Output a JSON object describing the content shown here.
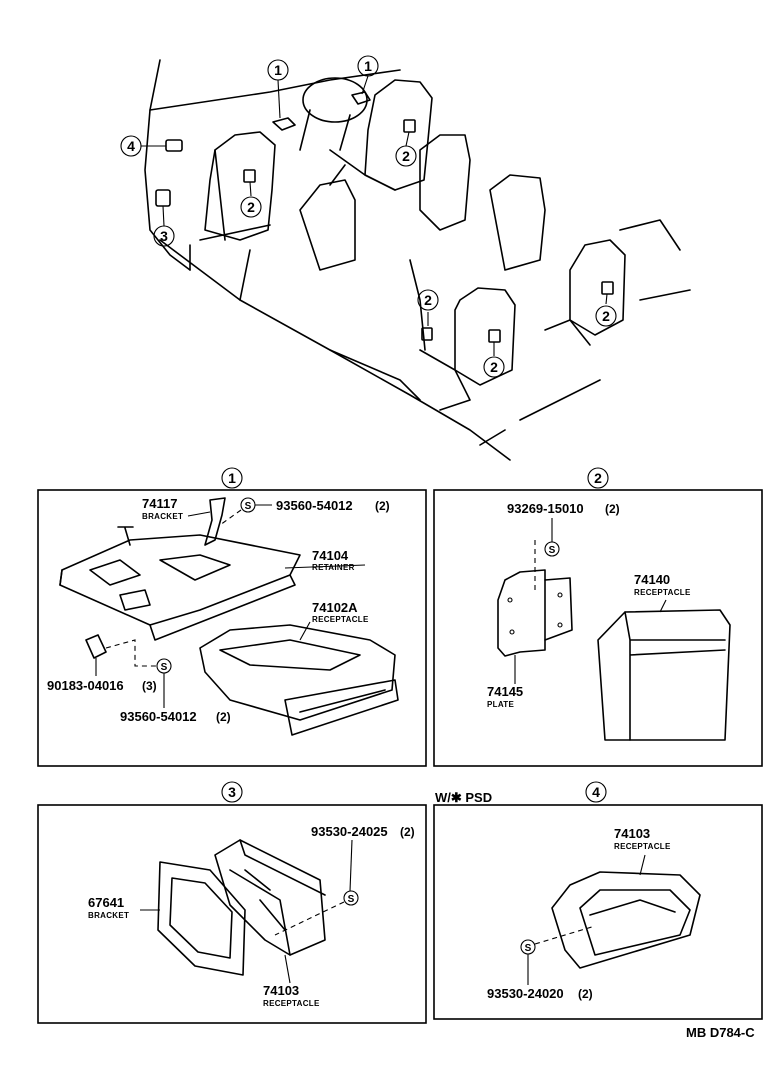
{
  "overview": {
    "callouts": [
      "1",
      "1",
      "2",
      "2",
      "2",
      "2",
      "2",
      "3",
      "4"
    ]
  },
  "panels": {
    "p1": {
      "number": "1",
      "parts": [
        {
          "pn": "74117",
          "name": "BRACKET"
        },
        {
          "pn": "93560-54012",
          "qty": "(2)"
        },
        {
          "pn": "74104",
          "name": "RETAINER"
        },
        {
          "pn": "74102A",
          "name": "RECEPTACLE"
        },
        {
          "pn": "90183-04016",
          "qty": "(3)"
        },
        {
          "pn": "93560-54012",
          "qty": "(2)"
        }
      ]
    },
    "p2": {
      "number": "2",
      "parts": [
        {
          "pn": "93269-15010",
          "qty": "(2)"
        },
        {
          "pn": "74140",
          "name": "RECEPTACLE"
        },
        {
          "pn": "74145",
          "name": "PLATE"
        }
      ]
    },
    "p3": {
      "number": "3",
      "parts": [
        {
          "pn": "67641",
          "name": "BRACKET"
        },
        {
          "pn": "93530-24025",
          "qty": "(2)"
        },
        {
          "pn": "74103",
          "name": "RECEPTACLE"
        }
      ]
    },
    "p4": {
      "number": "4",
      "note": "W/✱ PSD",
      "parts": [
        {
          "pn": "74103",
          "name": "RECEPTACLE"
        },
        {
          "pn": "93530-24020",
          "qty": "(2)"
        }
      ]
    }
  },
  "symbols": {
    "screw_marker": "S"
  },
  "footer": {
    "code": "MB D784-C"
  }
}
